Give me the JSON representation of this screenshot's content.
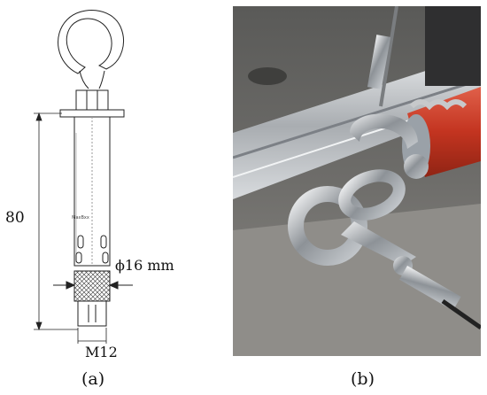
{
  "figure": {
    "part_a": {
      "caption": "(a)",
      "length_dimension": "80",
      "diameter_dimension": "ϕ16 mm",
      "thread_dimension": "M12",
      "brand_mark": "MaxBxx",
      "illustration": "technical line drawing of an eye-bolt expansion anchor"
    },
    "part_b": {
      "caption": "(b)",
      "illustration": "photo of eye bolt, chain link and shackles attached to aluminium rail with red cylinder"
    }
  }
}
